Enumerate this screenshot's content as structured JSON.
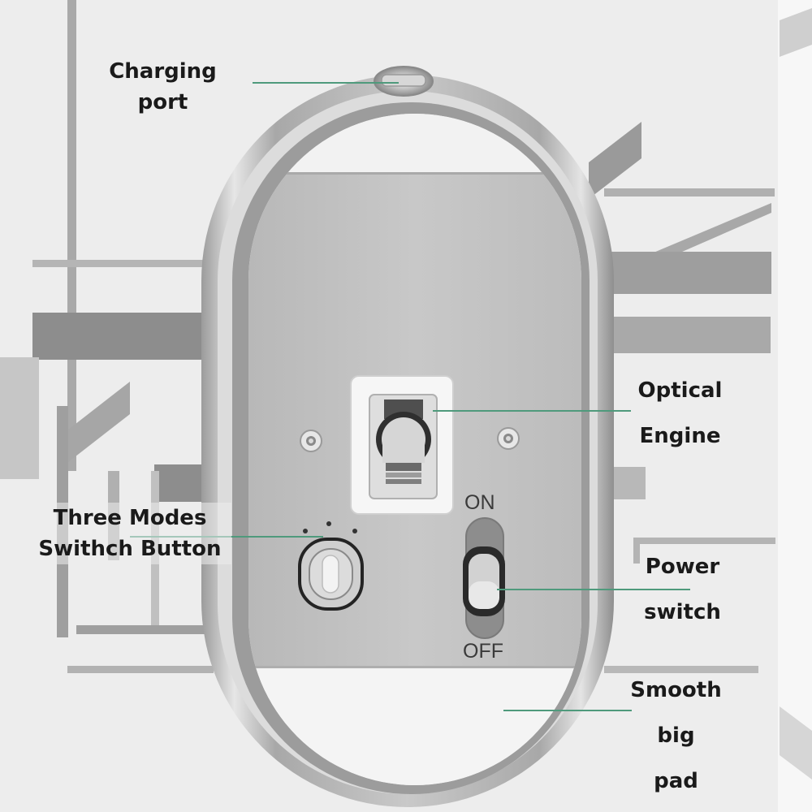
{
  "callouts": {
    "charging_port": {
      "line1": "Charging",
      "line2": "port"
    },
    "optical_engine": {
      "line1": "Optical",
      "line2": "Engine"
    },
    "three_modes": {
      "line1": "Three Modes",
      "line2": "Swithch Button"
    },
    "power_switch": {
      "line1": "Power",
      "line2": "switch"
    },
    "smooth_pad": {
      "line1": "Smooth",
      "line2": "big",
      "line3": "pad"
    }
  },
  "switch": {
    "on_label": "ON",
    "off_label": "OFF"
  },
  "colors": {
    "callout_line": "#4f9a7c",
    "background": "#ededed",
    "shell": "#b9b9b9",
    "base_plate": "#c4c4c4",
    "pad": "#f4f4f4",
    "label_text": "#1a1a1a"
  },
  "icons": [
    "mode-indicator-dots",
    "mode-button-icon",
    "screw-hole-icon",
    "optical-sensor-icon",
    "power-slider-icon",
    "charging-port-icon"
  ]
}
